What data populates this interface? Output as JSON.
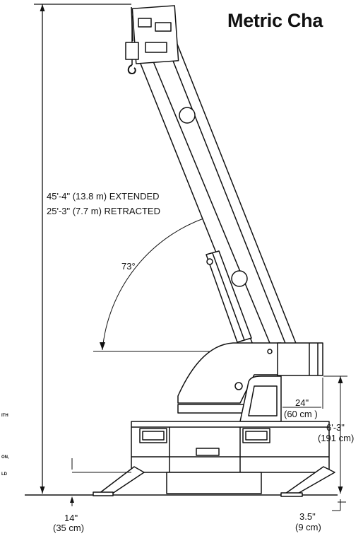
{
  "title": "Metric Cha",
  "dimensions": {
    "height_extended": "45'-4\" (13.8 m) EXTENDED",
    "height_retracted": "25'-3\" (7.7 m) RETRACTED",
    "boom_angle": "73°",
    "overhang_in": "24\"",
    "overhang_cm": "(60 cm )",
    "cab_height_ft": "6'-3\"",
    "cab_height_cm": "(191 cm)",
    "ground_clearance_in": "14\"",
    "ground_clearance_cm": "(35 cm)",
    "pad_offset_in": "3.5\"",
    "pad_offset_cm": "(9 cm)"
  },
  "fragments": [
    "ITH",
    "ON,",
    "LD"
  ],
  "colors": {
    "line": "#111111",
    "background": "#ffffff"
  }
}
